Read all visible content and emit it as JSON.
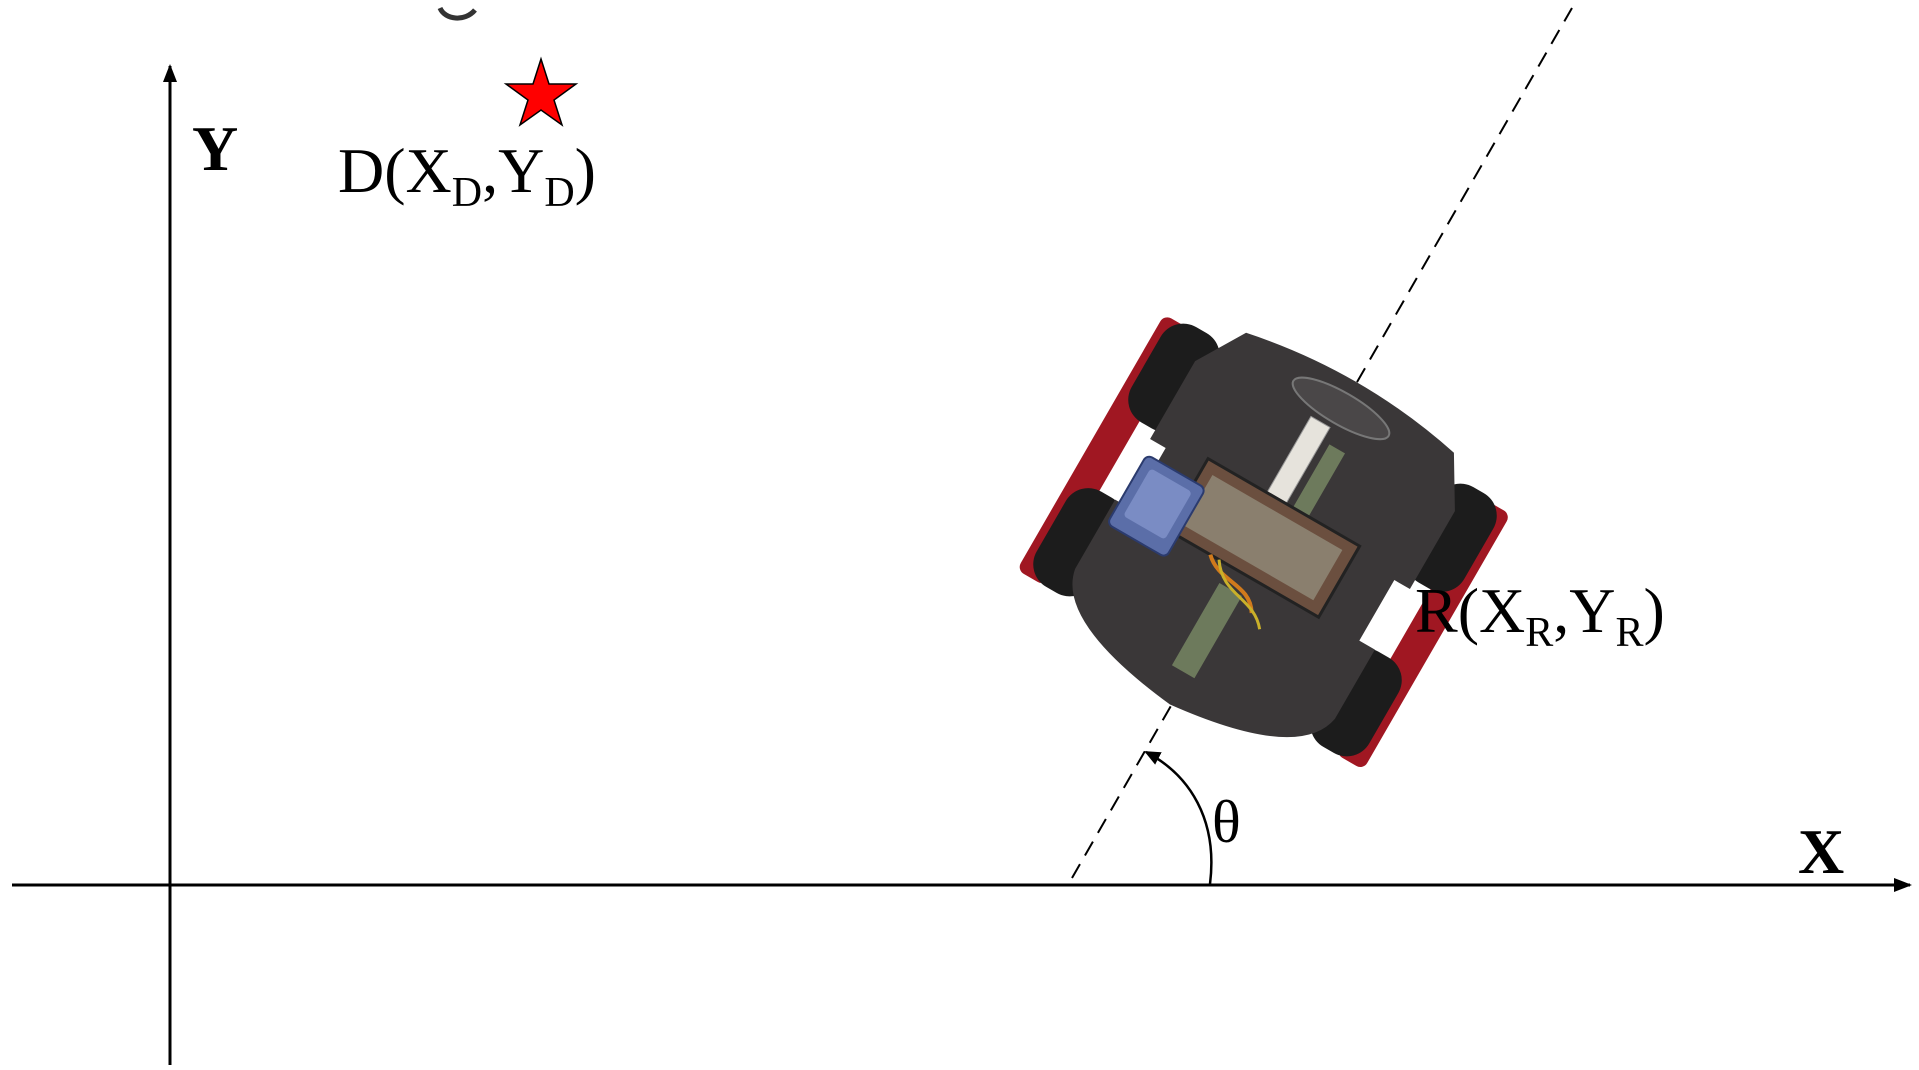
{
  "axes": {
    "x_label": "X",
    "y_label": "Y"
  },
  "destination": {
    "label_prefix": "D(X",
    "label_sub1": "D",
    "label_mid": ",Y",
    "label_sub2": "D",
    "label_suffix": ")",
    "marker": "star-icon",
    "marker_color": "#ff0000"
  },
  "robot": {
    "label_prefix": "R(X",
    "label_sub1": "R",
    "label_mid": ",Y",
    "label_sub2": "R",
    "label_suffix": ")",
    "body_color": "#3a3738",
    "wheel_color": "#1c1c1c",
    "track_color": "#a01722",
    "module_color": "#5b6ea8"
  },
  "heading": {
    "angle_label": "θ"
  }
}
